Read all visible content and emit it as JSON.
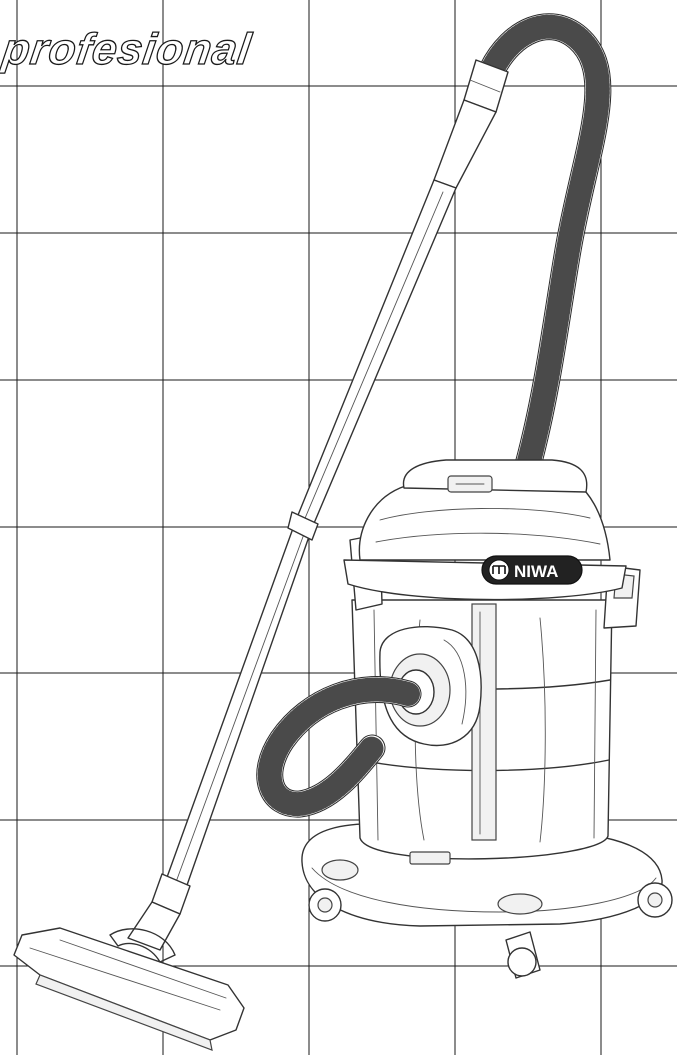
{
  "label": {
    "text": "profesional"
  },
  "brand": {
    "text": "NIWA",
    "mark": "niwa-logo-mark"
  },
  "icons": {
    "product": "wet-dry-vacuum-cleaner-icon"
  },
  "colors": {
    "background": "#ffffff",
    "line": "#1a1a1a"
  }
}
